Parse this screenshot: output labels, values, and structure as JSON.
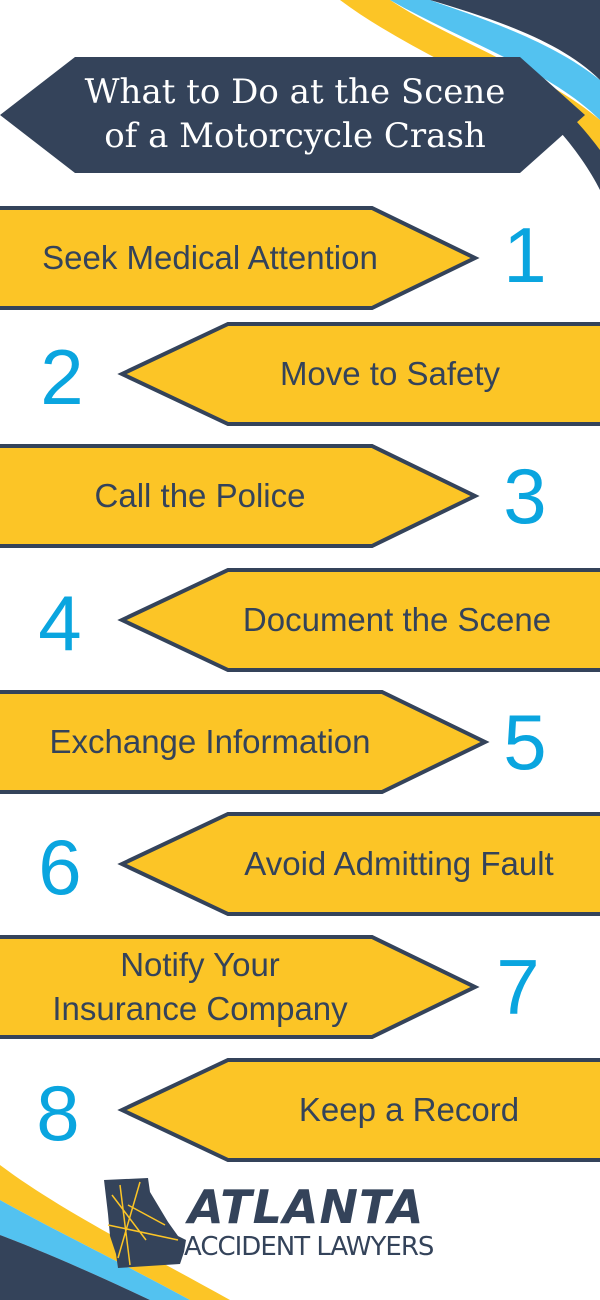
{
  "header": {
    "title_line1": "What to Do at the Scene",
    "title_line2": "of a Motorcycle Crash"
  },
  "steps": [
    {
      "number": "1",
      "label": "Seek Medical Attention"
    },
    {
      "number": "2",
      "label": "Move to Safety"
    },
    {
      "number": "3",
      "label": "Call the Police"
    },
    {
      "number": "4",
      "label": "Document the Scene"
    },
    {
      "number": "5",
      "label": "Exchange Information"
    },
    {
      "number": "6",
      "label": "Avoid Admitting Fault"
    },
    {
      "number": "7",
      "label_line1": "Notify Your",
      "label_line2": "Insurance Company"
    },
    {
      "number": "8",
      "label": "Keep a Record"
    }
  ],
  "logo": {
    "word1": "ATLANTA",
    "word2": "ACCIDENT LAWYERS",
    "icon": "georgia-map-icon"
  },
  "colors": {
    "navy": "#34435a",
    "yellow": "#fcc526",
    "blue": "#0aa5df",
    "light_blue": "#53c2f0"
  }
}
